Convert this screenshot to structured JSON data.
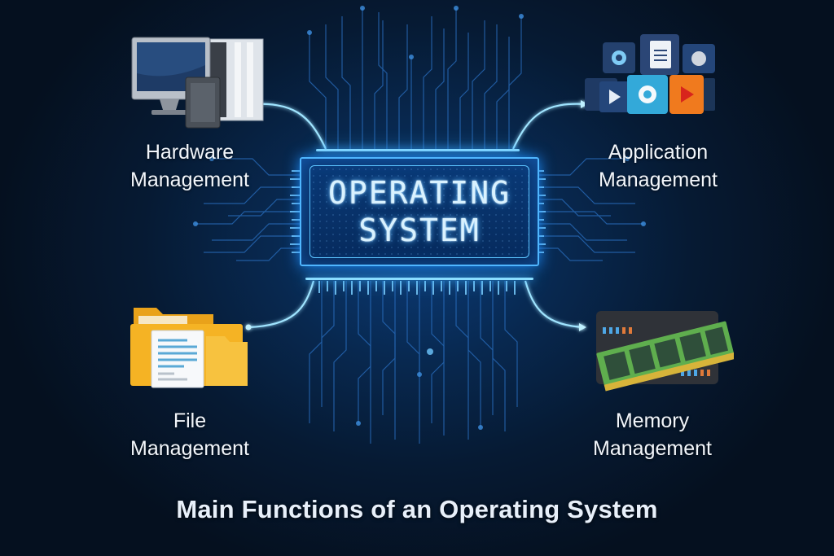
{
  "center": {
    "title_line1": "OPERATING",
    "title_line2": "SYSTEM"
  },
  "functions": [
    {
      "line1": "Hardware",
      "line2": "Management",
      "icon": "computer-hardware-icon",
      "position": "top-left"
    },
    {
      "line1": "Application",
      "line2": "Management",
      "icon": "application-icons-cluster",
      "position": "top-right"
    },
    {
      "line1": "File",
      "line2": "Management",
      "icon": "folder-document-icon",
      "position": "bottom-left"
    },
    {
      "line1": "Memory",
      "line2": "Management",
      "icon": "ram-memory-module-icon",
      "position": "bottom-right"
    }
  ],
  "caption": "Main Functions of an Operating System",
  "colors": {
    "background": "#061a33",
    "glow": "#4fb6ff",
    "chip_text": "#d9f2ff",
    "label_text": "#f2f6fb",
    "folder": "#f5b324",
    "ram_green": "#5fae4e",
    "app_orange": "#f07a1e",
    "app_cyan": "#33a9d9"
  }
}
